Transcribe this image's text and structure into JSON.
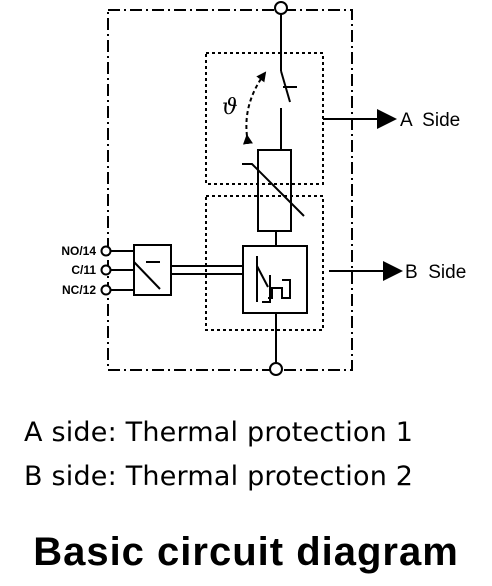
{
  "diagram": {
    "terminals": {
      "no": "NO/14",
      "c": "C/11",
      "nc": "NC/12"
    },
    "sides": {
      "a": "A  Side",
      "b": "B  Side"
    },
    "theta_symbol": "ϑ"
  },
  "legend": {
    "a": "A side: Thermal protection 1",
    "b": "B side: Thermal protection 2"
  },
  "title": "Basic circuit diagram",
  "colors": {
    "ink": "#000000",
    "background": "#ffffff"
  }
}
